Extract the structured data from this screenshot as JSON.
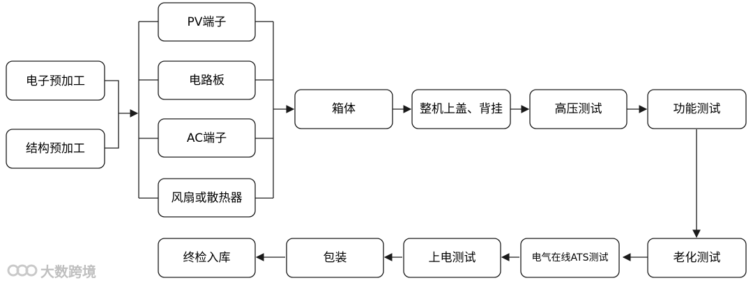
{
  "nodes": {
    "electronic_preprocess": "电子预加工",
    "structure_preprocess": "结构预加工",
    "pv_terminal": "PV端子",
    "circuit_board": "电路板",
    "ac_terminal": "AC端子",
    "fan_or_heatsink": "风扇或散热器",
    "enclosure": "箱体",
    "top_cover_back_hang": "整机上盖、背挂",
    "high_voltage_test": "高压测试",
    "function_test": "功能测试",
    "aging_test": "老化测试",
    "online_ats_test": "电气在线ATS测试",
    "power_on_test": "上电测试",
    "packaging": "包装",
    "final_inspection_storage": "终检入库"
  },
  "watermark": {
    "text": "大数跨境"
  },
  "colors": {
    "node_fill": "#ffffff",
    "node_border": "#1a1a1a",
    "line": "#1a1a1a",
    "watermark": "#b9b9b9"
  }
}
